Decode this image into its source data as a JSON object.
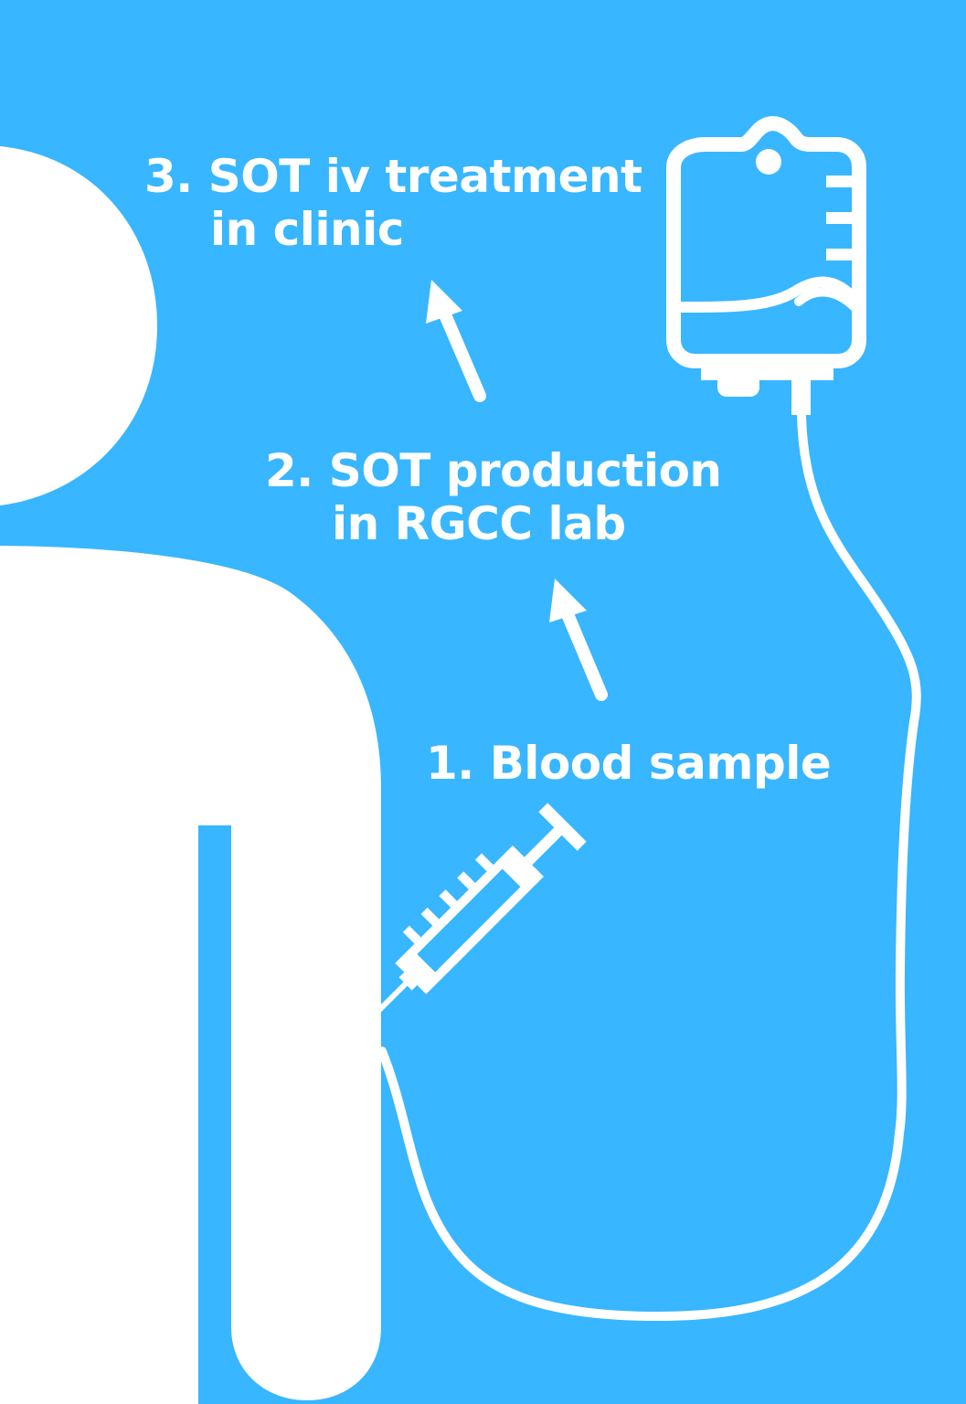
{
  "steps": {
    "step3": {
      "line1": "3. SOT iv treatment",
      "line2": "in clinic"
    },
    "step2": {
      "line1": "2. SOT production",
      "line2": "in RGCC lab"
    },
    "step1": {
      "line1": "1. Blood sample"
    }
  },
  "icons": [
    "person-silhouette",
    "iv-bag-icon",
    "iv-tube",
    "syringe-icon",
    "arrow-up-icon",
    "arrow-up-icon"
  ],
  "colors": {
    "background": "#38b6ff",
    "foreground": "#ffffff"
  }
}
